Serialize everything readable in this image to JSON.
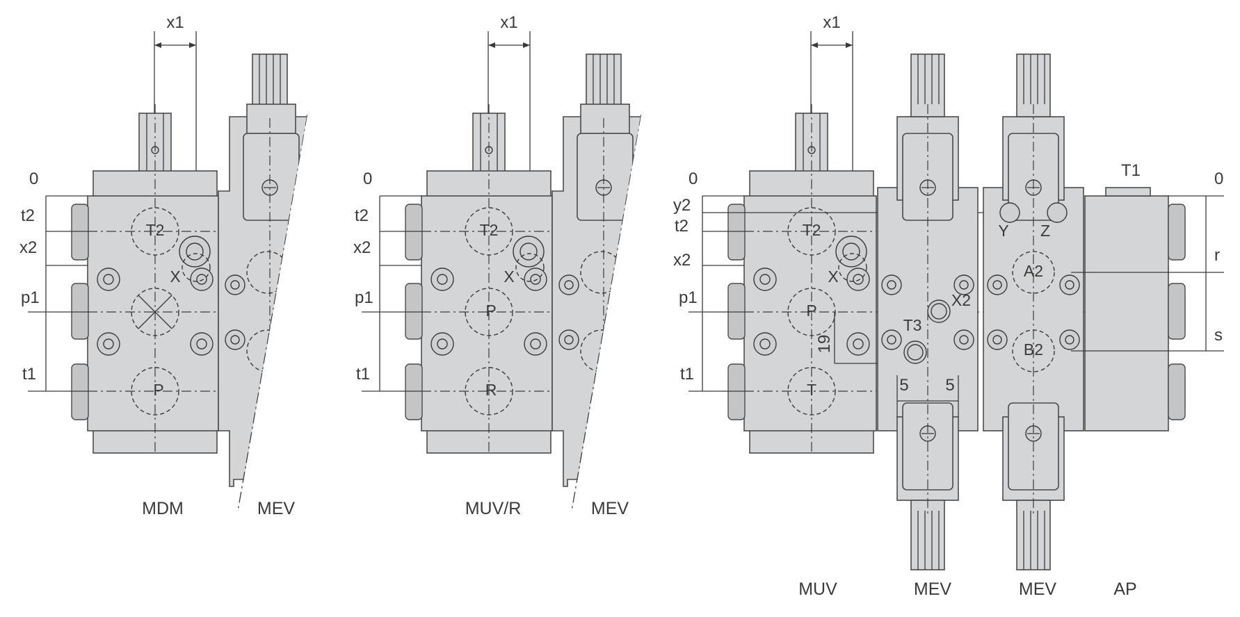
{
  "figure": {
    "panel1": {
      "dim_x": "x1",
      "dims": [
        "0",
        "t2",
        "x2",
        "p1",
        "t1"
      ],
      "ports": [
        "T2",
        "X",
        "P"
      ],
      "captions": [
        "MDM",
        "MEV"
      ]
    },
    "panel2": {
      "dim_x": "x1",
      "dims": [
        "0",
        "t2",
        "x2",
        "p1",
        "t1"
      ],
      "ports": [
        "T2",
        "X",
        "P",
        "R"
      ],
      "captions": [
        "MUV/R",
        "MEV"
      ]
    },
    "panel3": {
      "dim_x": "x1",
      "dims": [
        "0",
        "y2",
        "t2",
        "x2",
        "p1",
        "t1"
      ],
      "ports": [
        "T2",
        "X",
        "P",
        "T",
        "X2",
        "T3",
        "Y",
        "Z",
        "A2",
        "B2",
        "T1"
      ],
      "right_dims": [
        "0",
        "r",
        "s"
      ],
      "dim_19": "19",
      "dim_5a": "5",
      "dim_5b": "5",
      "captions": [
        "MUV",
        "MEV",
        "MEV",
        "AP"
      ]
    }
  }
}
